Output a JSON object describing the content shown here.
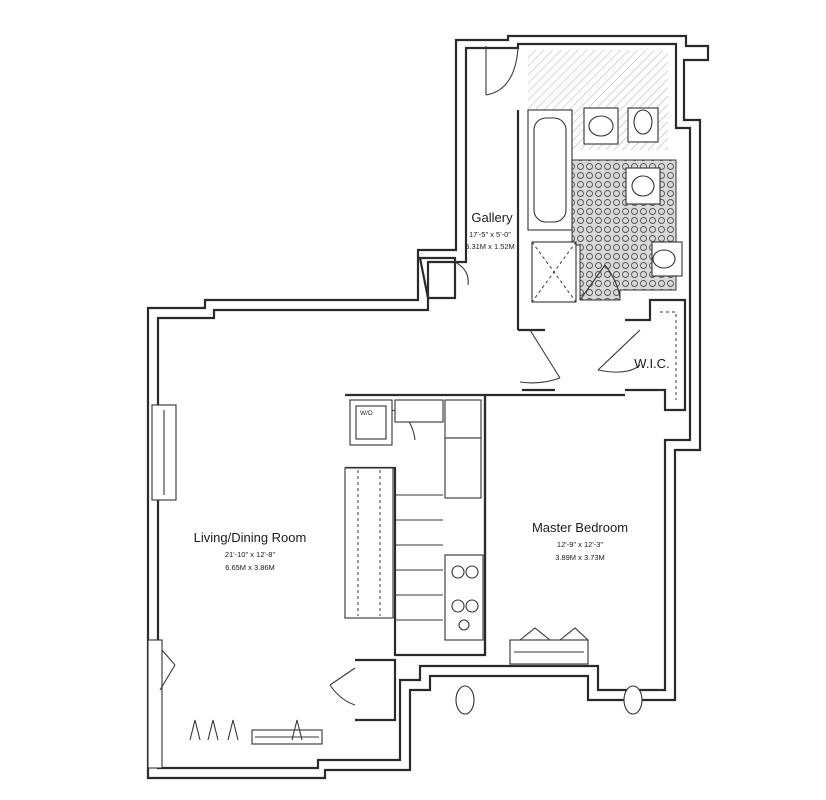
{
  "rooms": {
    "gallery": {
      "name": "Gallery",
      "dim_imperial": "17'-5\" x 5'-0\"",
      "dim_metric": "5.31M x 1.52M"
    },
    "living": {
      "name": "Living/Dining Room",
      "dim_imperial": "21'-10\" x 12'-8\"",
      "dim_metric": "6.65M x 3.86M"
    },
    "bedroom": {
      "name": "Master Bedroom",
      "dim_imperial": "12'-9\" x 12'-3\"",
      "dim_metric": "3.89M x 3.73M"
    },
    "wic": {
      "name": "W.I.C."
    }
  },
  "fixtures": {
    "washer_dryer": "W/D"
  },
  "colors": {
    "wall": "#2b2b2b",
    "tile": "#555555",
    "background": "#ffffff"
  }
}
